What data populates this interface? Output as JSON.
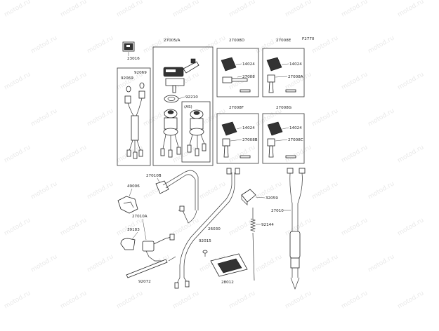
{
  "diagram_id": "F2770",
  "watermark": "motod.ru",
  "parts": {
    "p23016": "23016",
    "p27005a": "27005/A",
    "p27008d": "27008D",
    "p27008e": "27008E",
    "p92069a": "92069",
    "p92069b": "92069",
    "p92210": "92210",
    "as_label": "(AS)",
    "p14024a": "14024",
    "p27008": "27008",
    "p14024b": "14024",
    "p27008a": "27008A",
    "p27008f": "27008F",
    "p27008g": "27008G",
    "p14024c": "14024",
    "p27008b": "27008B",
    "p14024d": "14024",
    "p27008c": "27008C",
    "p27010b": "27010B",
    "p49006": "49006",
    "p27010a": "27010A",
    "p39183": "39183",
    "p92072": "92072",
    "p26030": "26030",
    "p92015": "92015",
    "p28012": "28012",
    "p32059": "32059",
    "p92144": "92144",
    "p27010": "27010"
  },
  "colors": {
    "line": "#333333",
    "watermark": "#bfbfbf"
  }
}
